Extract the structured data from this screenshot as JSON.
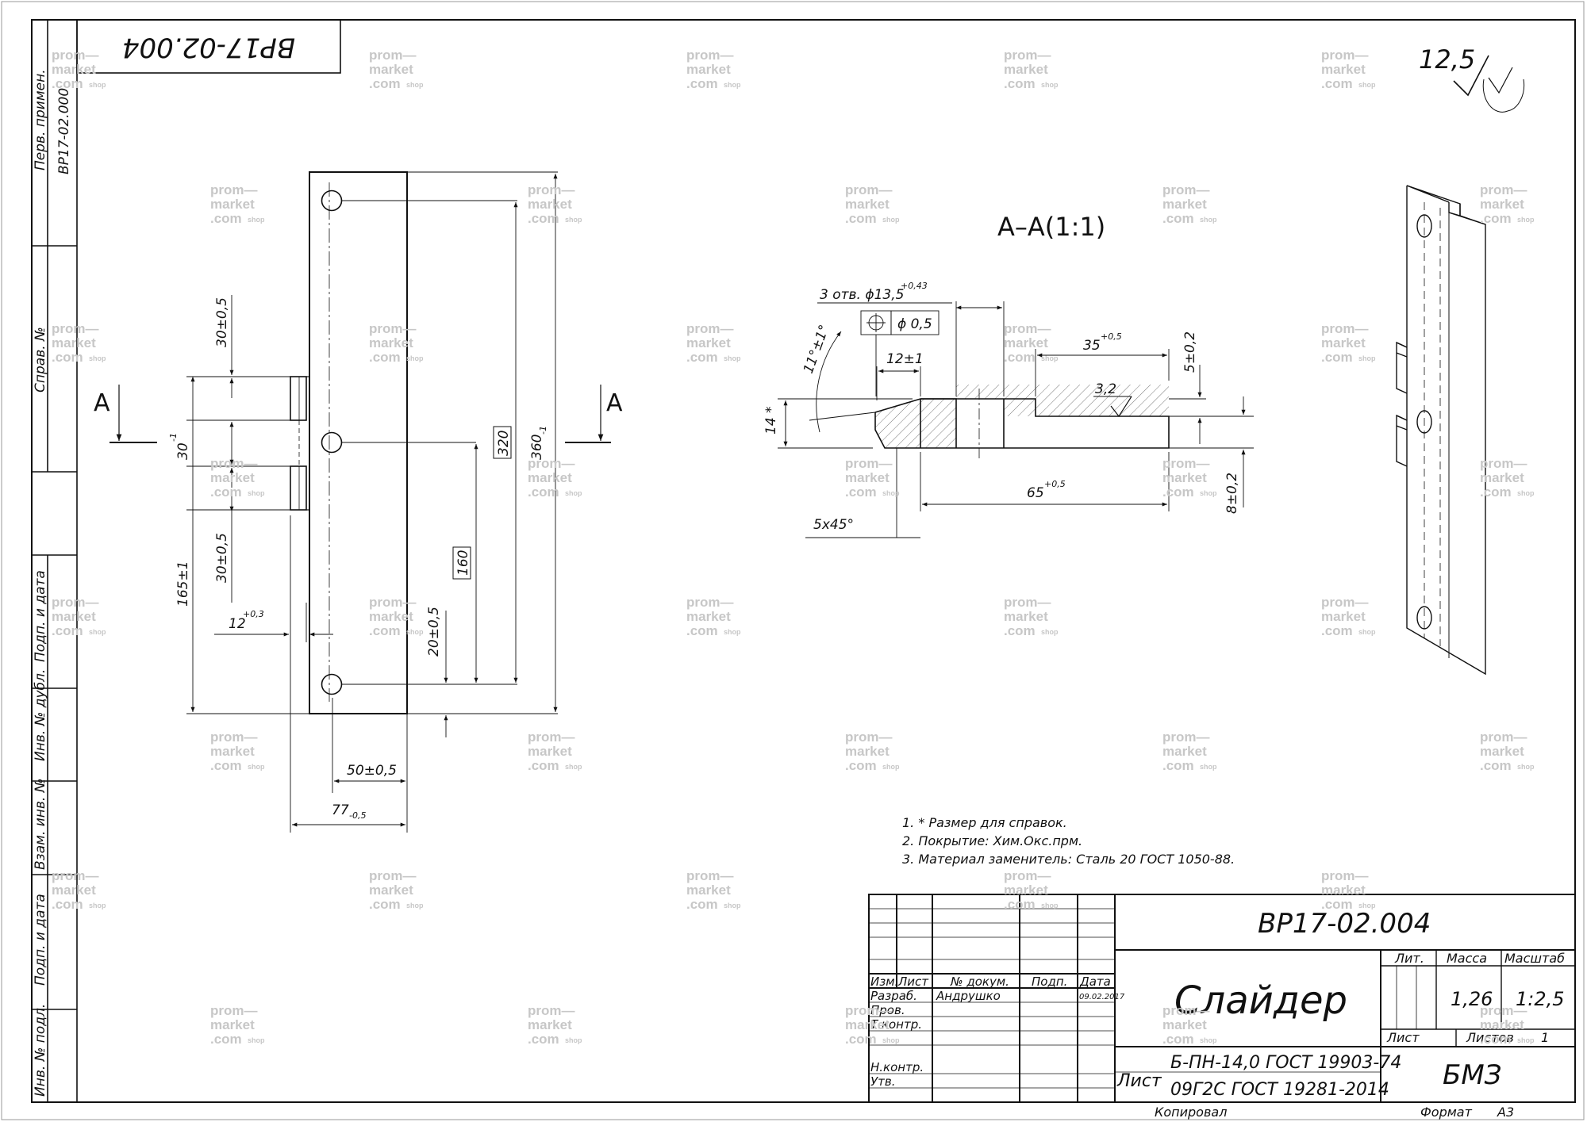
{
  "drawing": {
    "code_rotated": "ВР17-02.004",
    "roughness": "12,5",
    "section_title": "А–А(1:1)",
    "section_mark": "А"
  },
  "side_strip": {
    "perv_primen_label": "Перв. примен.",
    "perv_primen_value": "ВР17-02.000",
    "sprav_label": "Справ. №",
    "podp_data_1": "Подп. и дата",
    "inv_dubl": "Инв. № дубл.",
    "vzam_inv": "Взам. инв. №",
    "podp_data_2": "Подп. и дата",
    "inv_podl": "Инв. № подл."
  },
  "front_view_dims": {
    "d_30_top": "30±0,5",
    "d_30_mid": "30",
    "d_30_mid_tol": "-1",
    "d_30_low": "30±0,5",
    "d_165": "165±1",
    "d_12": "12",
    "d_12_tol": "+0,3",
    "d_320": "320",
    "d_360": "360",
    "d_360_tol": "-1",
    "d_160": "160",
    "d_20": "20±0,5",
    "d_50": "50±0,5",
    "d_77": "77",
    "d_77_tol": "-0,5"
  },
  "section_dims": {
    "holes": "3 отв. ϕ13,5",
    "holes_tol": "+0,43",
    "position_tol": "ϕ 0,5",
    "d_12": "12±1",
    "d_11": "11°±1°",
    "d_14": "14 *",
    "d_35": "35",
    "d_35_tol": "+0,5",
    "d_5": "5±0,2",
    "roughness_32": "3,2",
    "d_65": "65",
    "d_65_tol": "+0,5",
    "d_8": "8±0,2",
    "chamfer": "5x45°"
  },
  "notes": [
    "1.  * Размер для справок.",
    "2.  Покрытие: Хим.Окс.прм.",
    "3.  Материал заменитель: Сталь 20 ГОСТ 1050-88."
  ],
  "title_block": {
    "code": "ВР17-02.004",
    "name": "Слайдер",
    "col_izm": "Изм.",
    "col_list": "Лист",
    "col_dokum": "№ докум.",
    "col_podp": "Подп.",
    "col_data": "Дата",
    "row_razrab": "Разраб.",
    "razrab_name": "Андрушко",
    "razrab_date": "09.02.2017",
    "row_prov": "Пров.",
    "row_tkontr": "Т.контр.",
    "row_nkontr": "Н.контр.",
    "row_utv": "Утв.",
    "lit_label": "Лит.",
    "massa_label": "Масса",
    "masshtab_label": "Масштаб",
    "massa_value": "1,26",
    "masshtab_value": "1:2,5",
    "list_label": "Лист",
    "listov_label": "Листов",
    "listov_value": "1",
    "material_prefix": "Лист",
    "material_line1": "Б-ПН-14,0 ГОСТ 19903-74",
    "material_line2": "09Г2С ГОСТ 19281-2014",
    "org": "БМЗ",
    "kopiroval": "Копировал",
    "format_label": "Формат",
    "format_value": "А3"
  },
  "watermark": {
    "line1": "prom—",
    "line2": "market",
    "line3": ".com",
    "line3_suffix": "shop"
  }
}
